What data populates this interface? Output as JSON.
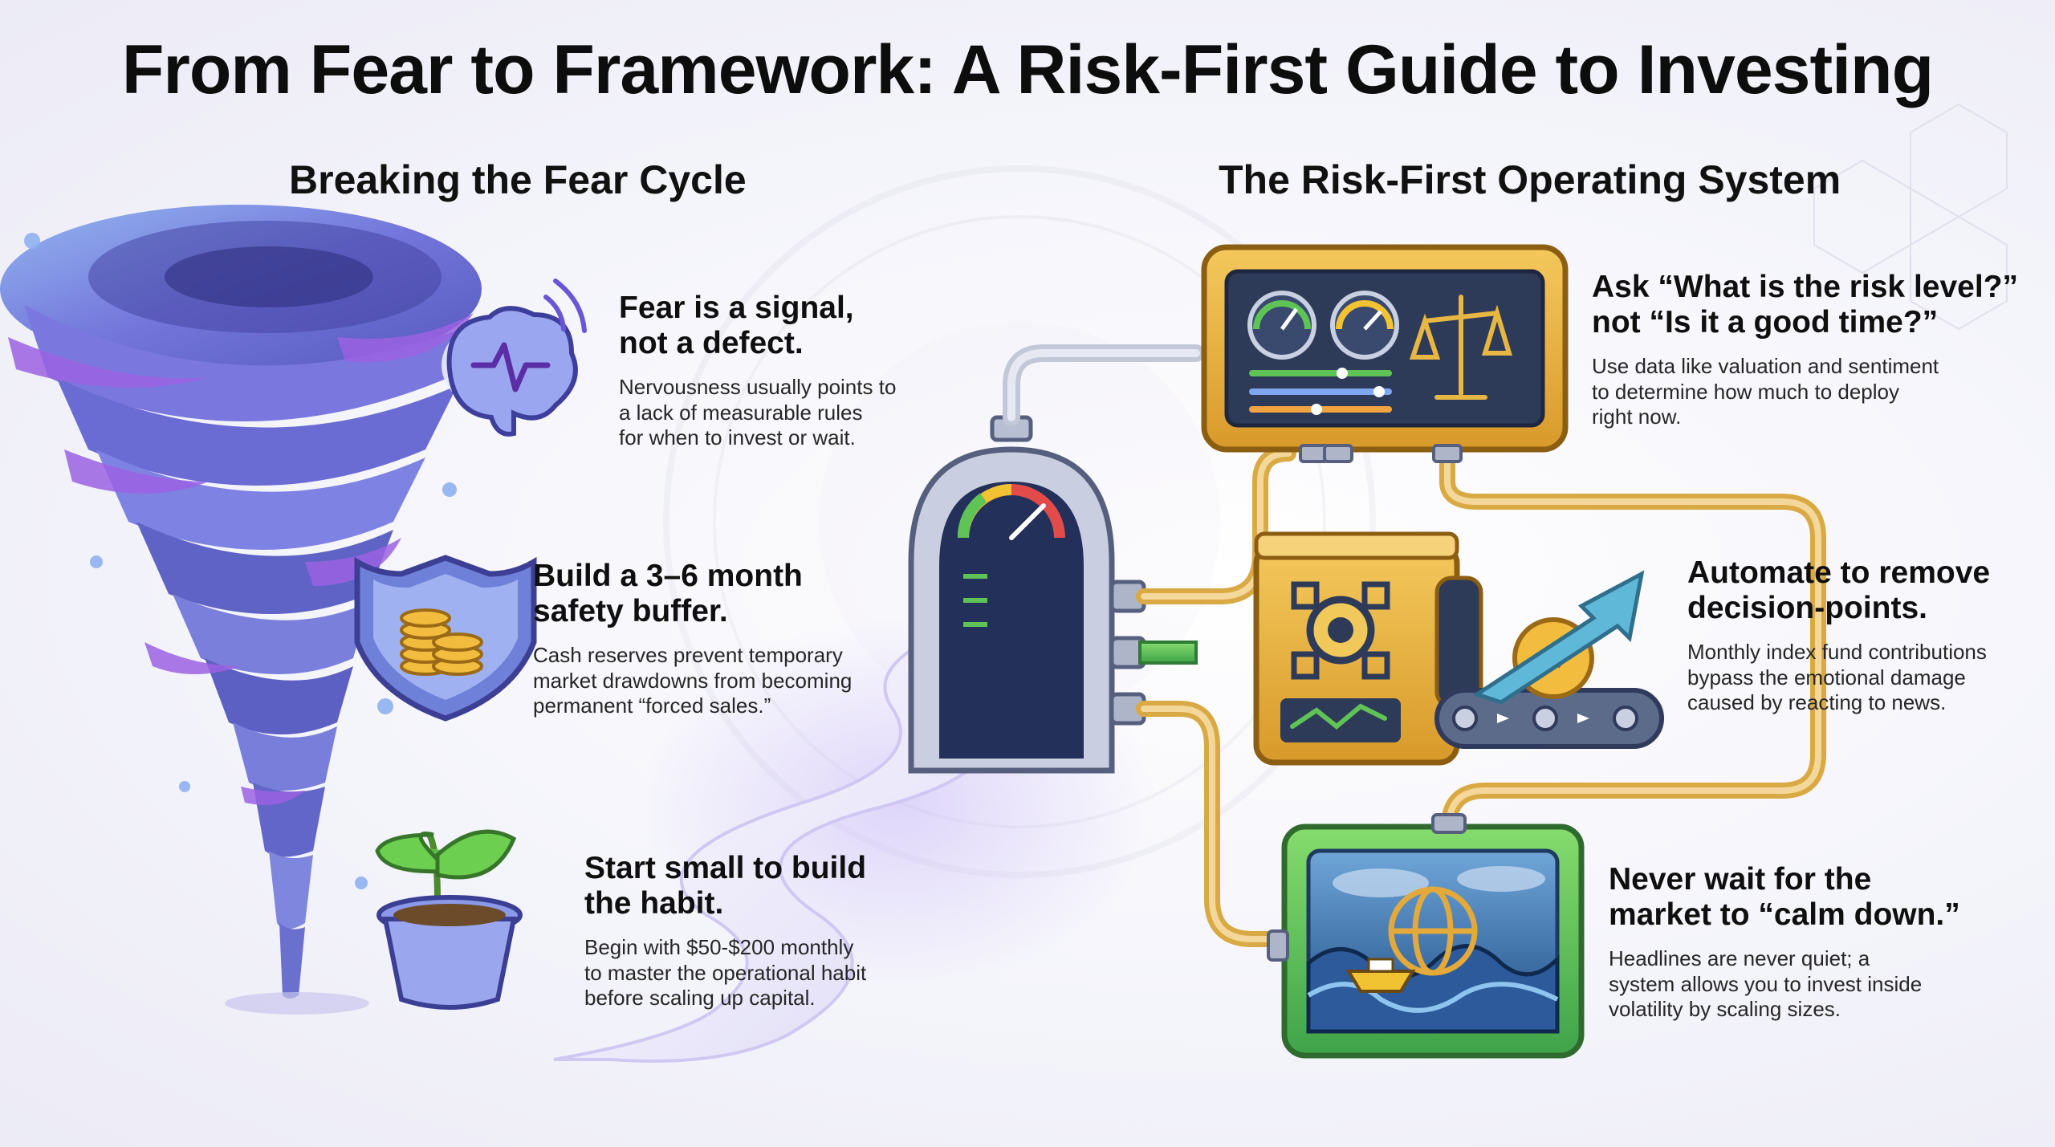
{
  "title": "From Fear to Framework: A Risk-First Guide to Investing",
  "left": {
    "heading": "Breaking the Fear Cycle",
    "items": [
      {
        "title_lines": [
          "Fear is a signal,",
          "not a defect."
        ],
        "body_lines": [
          "Nervousness usually points to",
          "a lack of measurable rules",
          "for when to invest or wait."
        ],
        "icon": "brain-icon"
      },
      {
        "title_lines": [
          "Build a 3–6 month",
          "safety buffer."
        ],
        "body_lines": [
          "Cash reserves prevent temporary",
          "market drawdowns from becoming",
          "permanent “forced sales.”"
        ],
        "icon": "shield-coins-icon"
      },
      {
        "title_lines": [
          "Start small to build",
          "the habit."
        ],
        "body_lines": [
          "Begin with $50-$200 monthly",
          "to master the operational habit",
          "before scaling up capital."
        ],
        "icon": "sprout-pot-icon"
      }
    ]
  },
  "right": {
    "heading": "The Risk-First Operating System",
    "items": [
      {
        "title_lines": [
          "Ask “What is the risk level?”",
          "not “Is it a good time?”"
        ],
        "body_lines": [
          "Use data like valuation and sentiment",
          "to determine how much to deploy",
          "right now."
        ],
        "icon": "dashboard-icon"
      },
      {
        "title_lines": [
          "Automate to remove",
          "decision-points."
        ],
        "body_lines": [
          "Monthly index fund contributions",
          "bypass the emotional damage",
          "caused by reacting to news."
        ],
        "icon": "automation-machine-icon"
      },
      {
        "title_lines": [
          "Never wait for the",
          "market to “calm down.”"
        ],
        "body_lines": [
          "Headlines are never quiet; a",
          "system allows you to invest inside",
          "volatility by scaling sizes."
        ],
        "icon": "stormy-sea-icon"
      }
    ]
  },
  "colors": {
    "tornado": "#6f73d6",
    "purple": "#9a5fe0",
    "gold": "#e3a93a",
    "green": "#5fc356",
    "navy": "#2f3a5c"
  }
}
